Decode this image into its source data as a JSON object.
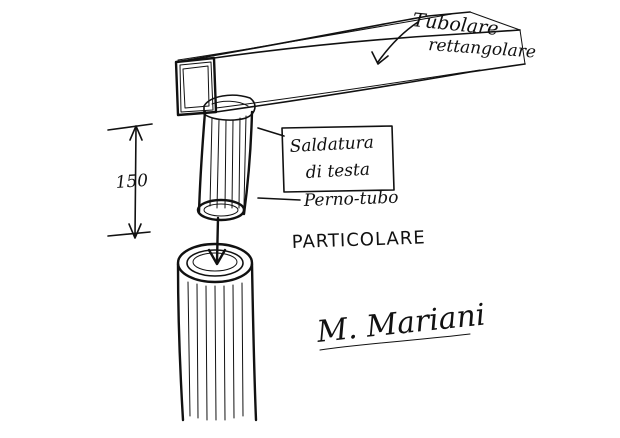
{
  "labels": {
    "tube_line1": "Tubolare",
    "tube_line2": "rettangolare",
    "weld_line1": "Saldatura",
    "weld_line2": "di testa",
    "pin": "Perno-tubo",
    "detail": "PARTICOLARE",
    "dimension": "150"
  },
  "signature": "M. Mariani"
}
